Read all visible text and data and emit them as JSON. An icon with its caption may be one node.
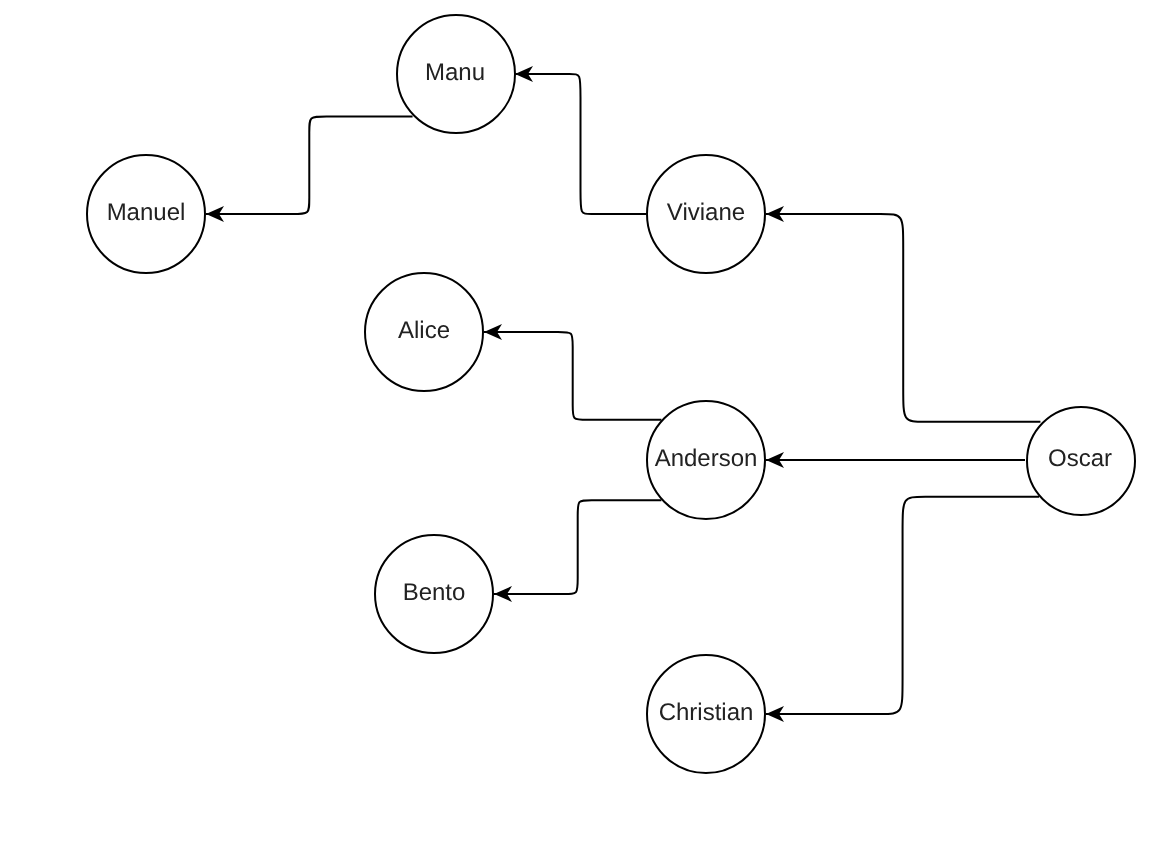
{
  "diagram": {
    "nodes": [
      {
        "text": [
          "Manu"
        ]
      },
      {
        "text": [
          "Manuel"
        ]
      },
      {
        "text": [
          "Viviane"
        ]
      },
      {
        "text": [
          "Alice"
        ]
      },
      {
        "text": [
          "Anderson"
        ]
      },
      {
        "text": [
          "Oscar"
        ]
      },
      {
        "text": [
          "Bento"
        ]
      },
      {
        "text": [
          "Christian"
        ]
      }
    ],
    "edges": [
      {
        "from": 0,
        "to": 1,
        "arrow": "to"
      },
      {
        "from": 2,
        "to": 0,
        "arrow": "to"
      },
      {
        "from": 5,
        "to": 2,
        "arrow": "to"
      },
      {
        "from": 5,
        "to": 4,
        "arrow": "to"
      },
      {
        "from": 4,
        "to": 3,
        "arrow": "to"
      },
      {
        "from": 4,
        "to": 6,
        "arrow": "to"
      },
      {
        "from": 5,
        "to": 7,
        "arrow": "to"
      }
    ]
  }
}
